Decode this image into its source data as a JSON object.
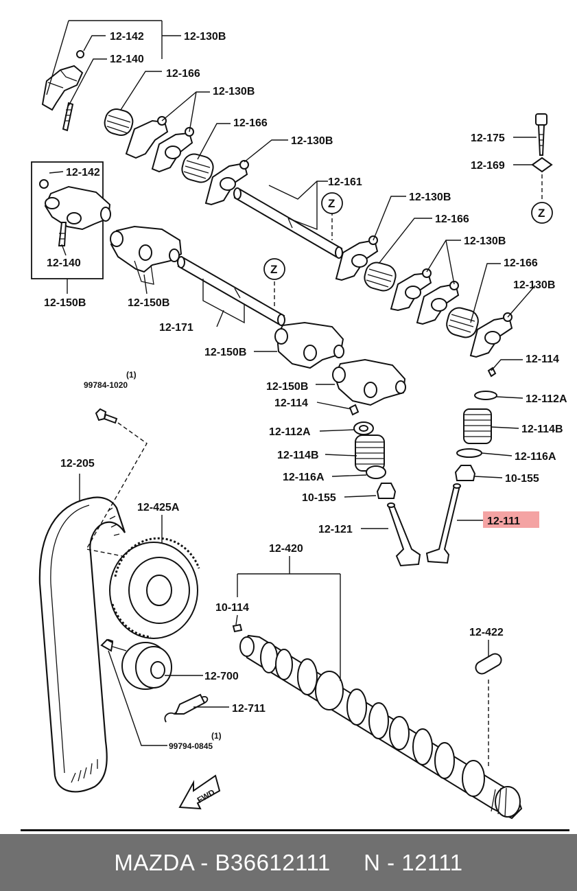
{
  "labels": {
    "l_12_142_top": "12-142",
    "l_12_140_top": "12-140",
    "l_12_130B_1": "12-130B",
    "l_12_166_1": "12-166",
    "l_12_130B_2": "12-130B",
    "l_12_166_2": "12-166",
    "l_12_130B_3": "12-130B",
    "l_12_161": "12-161",
    "l_12_142_box": "12-142",
    "l_12_140_box": "12-140",
    "l_12_150B_1": "12-150B",
    "l_12_150B_2": "12-150B",
    "l_12_171": "12-171",
    "l_12_150B_3": "12-150B",
    "l_12_150B_4": "12-150B",
    "l_12_130B_4": "12-130B",
    "l_12_166_3": "12-166",
    "l_12_130B_5": "12-130B",
    "l_12_166_4": "12-166",
    "l_12_130B_6": "12-130B",
    "l_12_175": "12-175",
    "l_12_169": "12-169",
    "l_12_114_r": "12-114",
    "l_12_112A_r": "12-112A",
    "l_12_114B_r": "12-114B",
    "l_12_116A_r": "12-116A",
    "l_10_155_r": "10-155",
    "l_12_111": "12-111",
    "l_12_114_l": "12-114",
    "l_12_112A_l": "12-112A",
    "l_12_114B_l": "12-114B",
    "l_12_116A_l": "12-116A",
    "l_10_155_l": "10-155",
    "l_12_121": "12-121",
    "l_99784_note": "(1)",
    "l_99784": "99784-1020",
    "l_12_205": "12-205",
    "l_12_425A": "12-425A",
    "l_12_420": "12-420",
    "l_10_114": "10-114",
    "l_12_422": "12-422",
    "l_12_700": "12-700",
    "l_12_711": "12-711",
    "l_99794_note": "(1)",
    "l_99794": "99794-0845",
    "marker_z": "Z",
    "fwd": "FWD"
  },
  "highlight": {
    "part": "12-111",
    "color": "#f4a3a3"
  },
  "footer": {
    "text": "MAZDA - B36612111     N - 12111",
    "background": "#707070"
  }
}
